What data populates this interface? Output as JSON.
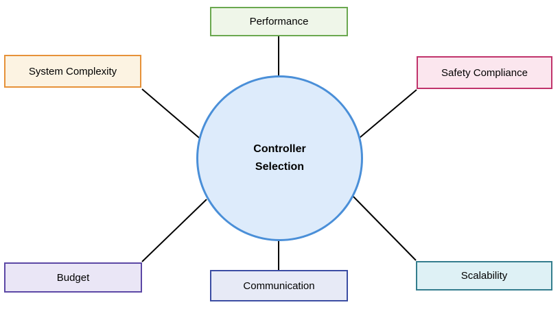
{
  "diagram": {
    "type": "spoke",
    "background": "#ffffff",
    "connector_color": "#000000"
  },
  "center": {
    "id": "controller-selection",
    "label": "Controller Selection",
    "fill": "#ddebfb",
    "border": "#4a8fd8"
  },
  "nodes": [
    {
      "id": "performance",
      "label": "Performance",
      "fill": "#eff6e9",
      "border": "#6aa84f",
      "position": "top"
    },
    {
      "id": "system-complexity",
      "label": "System Complexity",
      "fill": "#fcf3e2",
      "border": "#e69138",
      "position": "top-left"
    },
    {
      "id": "safety-compliance",
      "label": "Safety Compliance",
      "fill": "#fbe6ee",
      "border": "#c0336b",
      "position": "top-right"
    },
    {
      "id": "budget",
      "label": "Budget",
      "fill": "#eae6f6",
      "border": "#5b47a5",
      "position": "bottom-left"
    },
    {
      "id": "communication",
      "label": "Communication",
      "fill": "#e7eaf6",
      "border": "#3b4da3",
      "position": "bottom"
    },
    {
      "id": "scalability",
      "label": "Scalability",
      "fill": "#def1f5",
      "border": "#337d8d",
      "position": "bottom-right"
    }
  ],
  "edges": [
    {
      "from": "performance",
      "to": "controller-selection"
    },
    {
      "from": "system-complexity",
      "to": "controller-selection"
    },
    {
      "from": "safety-compliance",
      "to": "controller-selection"
    },
    {
      "from": "budget",
      "to": "controller-selection"
    },
    {
      "from": "communication",
      "to": "controller-selection"
    },
    {
      "from": "scalability",
      "to": "controller-selection"
    }
  ]
}
